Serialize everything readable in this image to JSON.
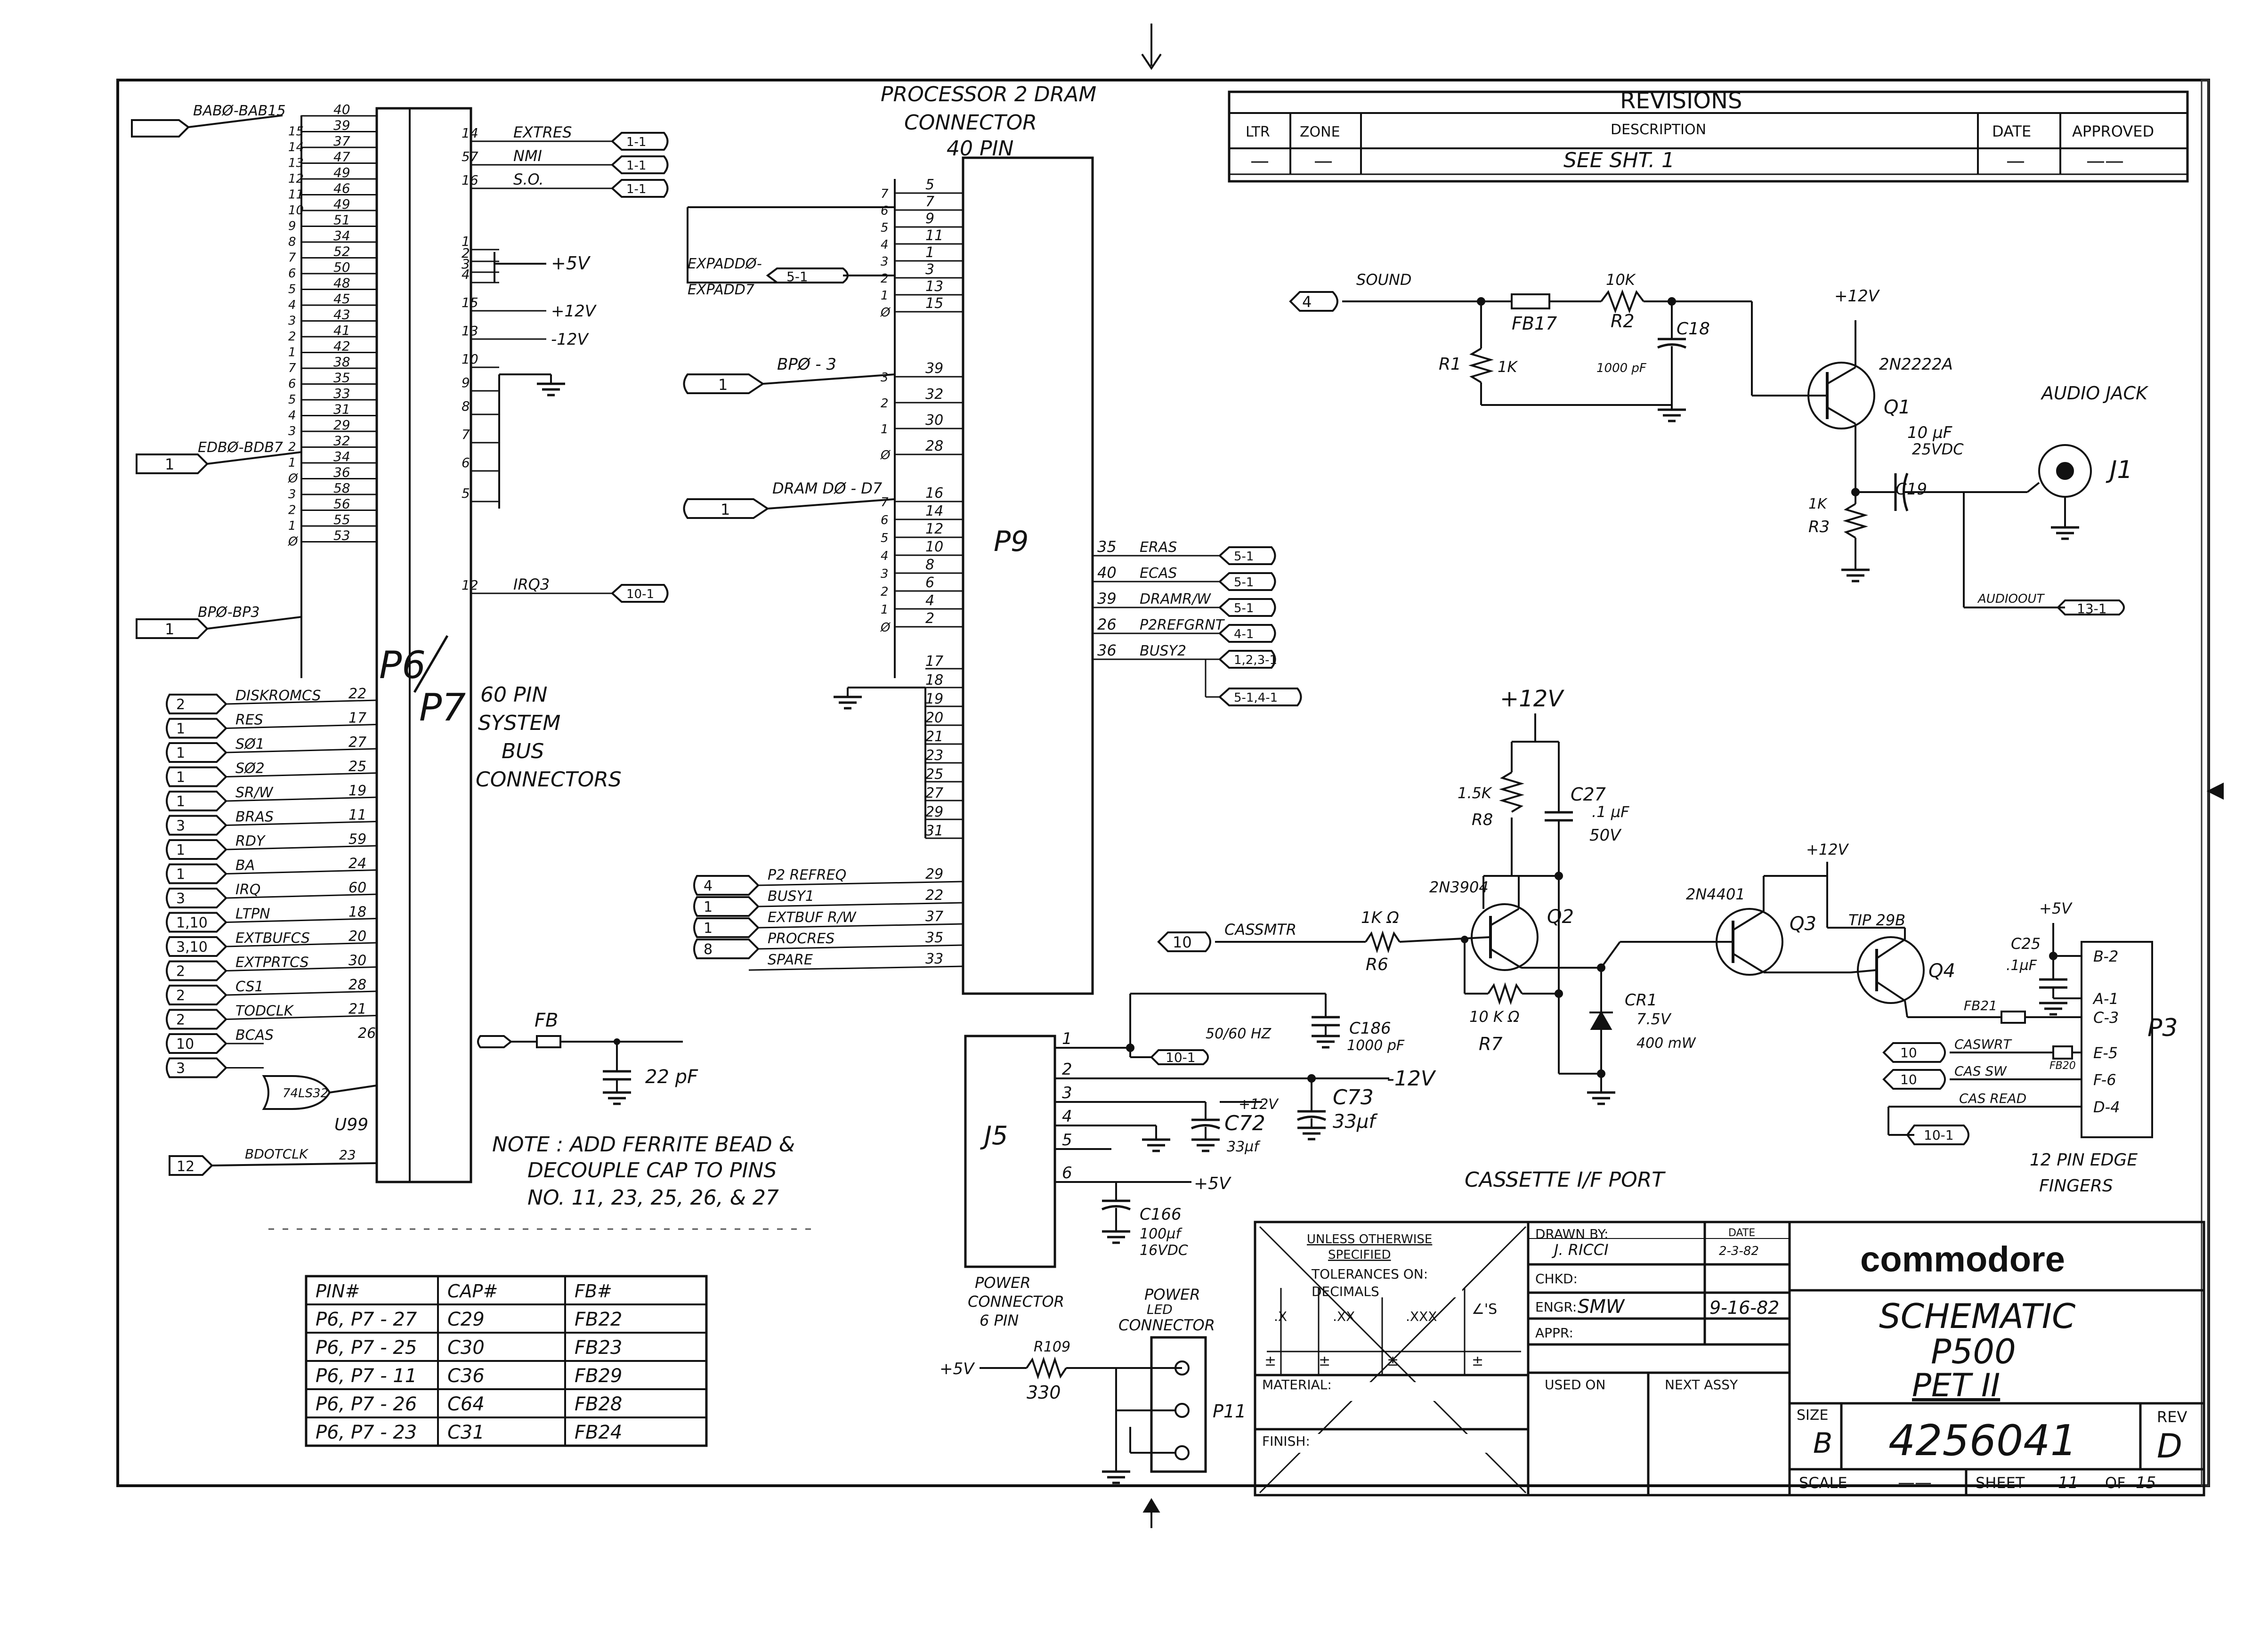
{
  "p6p7": {
    "label_top": "P6",
    "label_bottom": "P7",
    "caption": [
      "60 PIN",
      "SYSTEM",
      "BUS",
      "CONNECTORS"
    ],
    "bus_labels": [
      "BABØ-BAB15",
      "EDBØ-BDB7",
      "BPØ-BP3"
    ],
    "left_pins": [
      {
        "sig": "",
        "pin": "40"
      },
      {
        "sig": "15",
        "pin": "39"
      },
      {
        "sig": "14",
        "pin": "37"
      },
      {
        "sig": "13",
        "pin": "47"
      },
      {
        "sig": "12",
        "pin": "49"
      },
      {
        "sig": "11",
        "pin": "46"
      },
      {
        "sig": "10",
        "pin": "49"
      },
      {
        "sig": "9",
        "pin": "51"
      },
      {
        "sig": "8",
        "pin": "34"
      },
      {
        "sig": "7",
        "pin": "52"
      },
      {
        "sig": "6",
        "pin": "50"
      },
      {
        "sig": "5",
        "pin": "48"
      },
      {
        "sig": "4",
        "pin": "45"
      },
      {
        "sig": "3",
        "pin": "43"
      },
      {
        "sig": "2",
        "pin": "41"
      },
      {
        "sig": "1",
        "pin": "42"
      },
      {
        "sig": "7",
        "pin": "38"
      },
      {
        "sig": "6",
        "pin": "35"
      },
      {
        "sig": "5",
        "pin": "33"
      },
      {
        "sig": "4",
        "pin": "31"
      },
      {
        "sig": "3",
        "pin": "29"
      },
      {
        "sig": "2",
        "pin": "32"
      },
      {
        "sig": "1",
        "pin": "34"
      },
      {
        "sig": "Ø",
        "pin": "36"
      },
      {
        "sig": "3",
        "pin": "58"
      },
      {
        "sig": "2",
        "pin": "56"
      },
      {
        "sig": "1",
        "pin": "55"
      },
      {
        "sig": "Ø",
        "pin": "53"
      }
    ],
    "signals": [
      {
        "tag": "2",
        "name": "DISKROMCS",
        "pin": "22"
      },
      {
        "tag": "1",
        "name": "RES",
        "pin": "17"
      },
      {
        "tag": "1",
        "name": "SØ1",
        "pin": "27"
      },
      {
        "tag": "1",
        "name": "SØ2",
        "pin": "25"
      },
      {
        "tag": "1",
        "name": "SR/W",
        "pin": "19"
      },
      {
        "tag": "3",
        "name": "BRAS",
        "pin": "11"
      },
      {
        "tag": "1",
        "name": "RDY",
        "pin": "59"
      },
      {
        "tag": "1",
        "name": "BA",
        "pin": "24"
      },
      {
        "tag": "3",
        "name": "IRQ",
        "pin": "60"
      },
      {
        "tag": "1,10",
        "name": "LTPN",
        "pin": "18"
      },
      {
        "tag": "3,10",
        "name": "EXTBUFCS",
        "pin": "20"
      },
      {
        "tag": "2",
        "name": "EXTPRTCS",
        "pin": "30"
      },
      {
        "tag": "2",
        "name": "CS1",
        "pin": "28"
      },
      {
        "tag": "2",
        "name": "TODCLK",
        "pin": "21"
      },
      {
        "tag": "10",
        "name": "BCAS",
        "pin": "26"
      },
      {
        "tag": "3",
        "name": "",
        "pin": ""
      }
    ],
    "gate": {
      "name": "74LS32",
      "ref": "U99"
    },
    "bdotclk": {
      "tag": "12",
      "name": "BDOTCLK",
      "pin": "23"
    },
    "right_pins": [
      {
        "pin": "14",
        "name": "EXTRES",
        "ref": "1-1"
      },
      {
        "pin": "57",
        "name": "NMI",
        "ref": "1-1"
      },
      {
        "pin": "16",
        "name": "S.O.",
        "ref": "1-1"
      },
      {
        "pin": "1",
        "name": ""
      },
      {
        "pin": "2",
        "name": ""
      },
      {
        "pin": "3",
        "name": ""
      },
      {
        "pin": "4",
        "name": ""
      },
      {
        "pin": "15",
        "name": "+12V"
      },
      {
        "pin": "13",
        "name": "-12V"
      },
      {
        "pin": "10",
        "name": ""
      },
      {
        "pin": "9",
        "name": ""
      },
      {
        "pin": "8",
        "name": ""
      },
      {
        "pin": "7",
        "name": ""
      },
      {
        "pin": "6",
        "name": ""
      },
      {
        "pin": "5",
        "name": ""
      },
      {
        "pin": "12",
        "name": "IRQ3",
        "ref": "10-1"
      }
    ],
    "plus5v": "+5V"
  },
  "p9": {
    "title": [
      "PROCESSOR 2 DRAM",
      "CONNECTOR",
      "40 PIN"
    ],
    "label": "P9",
    "expaddr": [
      "EXPADDØ-",
      "EXPADD7"
    ],
    "expaddr_ref": "5-1",
    "bp_label": "BPØ - 3",
    "bp_tag": "1",
    "dram_label": "DRAM DØ - D7",
    "dram_tag": "1",
    "addr_pins": [
      {
        "sig": "7",
        "pin": "5"
      },
      {
        "sig": "6",
        "pin": "7"
      },
      {
        "sig": "5",
        "pin": "9"
      },
      {
        "sig": "4",
        "pin": "11"
      },
      {
        "sig": "3",
        "pin": "1"
      },
      {
        "sig": "2",
        "pin": "3"
      },
      {
        "sig": "1",
        "pin": "13"
      },
      {
        "sig": "Ø",
        "pin": "15"
      }
    ],
    "bp_pins": [
      {
        "sig": "3",
        "pin": "39"
      },
      {
        "sig": "2",
        "pin": "32"
      },
      {
        "sig": "1",
        "pin": "30"
      },
      {
        "sig": "Ø",
        "pin": "28"
      }
    ],
    "data_pins": [
      {
        "sig": "7",
        "pin": "16"
      },
      {
        "sig": "6",
        "pin": "14"
      },
      {
        "sig": "5",
        "pin": "12"
      },
      {
        "sig": "4",
        "pin": "10"
      },
      {
        "sig": "3",
        "pin": "8"
      },
      {
        "sig": "2",
        "pin": "6"
      },
      {
        "sig": "1",
        "pin": "4"
      },
      {
        "sig": "Ø",
        "pin": "2"
      }
    ],
    "gnd_pins": [
      "17",
      "18",
      "19",
      "20",
      "21",
      "23",
      "25",
      "27",
      "29",
      "31"
    ],
    "bottom_signals": [
      {
        "tag": "4",
        "name": "P2 REFREQ",
        "pin": "29"
      },
      {
        "tag": "1",
        "name": "BUSY1",
        "pin": "22"
      },
      {
        "tag": "1",
        "name": "EXTBUF R/W",
        "pin": "37"
      },
      {
        "tag": "8",
        "name": "PROCRES",
        "pin": "35"
      },
      {
        "tag": "",
        "name": "SPARE",
        "pin": "33"
      }
    ],
    "right_signals": [
      {
        "pin": "35",
        "name": "ERAS",
        "ref": "5-1"
      },
      {
        "pin": "40",
        "name": "ECAS",
        "ref": "5-1"
      },
      {
        "pin": "39",
        "name": "DRAMR/W",
        "ref": "5-1"
      },
      {
        "pin": "26",
        "name": "P2REFGRNT",
        "ref": "4-1"
      },
      {
        "pin": "36",
        "name": "BUSY2",
        "ref": "1,2,3-1"
      }
    ],
    "busy2_ref2": "5-1,4-1"
  },
  "revisions": {
    "title": "REVISIONS",
    "headers": [
      "LTR",
      "ZONE",
      "DESCRIPTION",
      "DATE",
      "APPROVED"
    ],
    "row": [
      "—",
      "—",
      "SEE  SHT. 1",
      "—",
      "——"
    ]
  },
  "audio": {
    "sound_tag": "4",
    "sound_label": "SOUND",
    "fb": "FB17",
    "r2": "R2",
    "r2_val": "10K",
    "c18": "C18",
    "c18_val": "1000 pF",
    "r1": "R1",
    "r1_val": "1K",
    "q1": "Q1",
    "q1_type": "2N2222A",
    "q1_v": "+12V",
    "r3": "R3",
    "r3_val": "1K",
    "c19": "C19",
    "c19_val": [
      "10 µF",
      "25VDC"
    ],
    "jack": "AUDIO JACK",
    "j1": "J1",
    "audioout": "AUDIOOUT",
    "audioout_ref": "13-1"
  },
  "cassette": {
    "v12": "+12V",
    "r8": "R8",
    "r8_val": "1.5K",
    "c27": "C27",
    "c27_val": [
      ".1 µF",
      "50V"
    ],
    "q2": "Q2",
    "q2_type": "2N3904",
    "q3": "Q3",
    "q3_type": "2N4401",
    "q3_v": "+12V",
    "q4": "Q4",
    "q4_type": "TIP 29B",
    "cassmtr_tag": "10",
    "cassmtr": "CASSMTR",
    "r6": "R6",
    "r6_val": "1K Ω",
    "r7": "R7",
    "r7_val": "10 K Ω",
    "cr1": "CR1",
    "cr1_val": [
      "7.5V",
      "400 mW"
    ],
    "c25": "C25",
    "c25_val": ".1µF",
    "plus5v": "+5V",
    "fb21": "FB21",
    "fb20": "FB20",
    "p3": "P3",
    "p3_pins": [
      {
        "pin": "B-2",
        "name": ""
      },
      {
        "pin": "A-1",
        "name": ""
      },
      {
        "pin": "C-3",
        "name": ""
      },
      {
        "pin": "E-5",
        "name": "CASWRT",
        "tag": "10"
      },
      {
        "pin": "F-6",
        "name": "CAS SW",
        "tag": "10"
      },
      {
        "pin": "D-4",
        "name": "CAS READ",
        "tag": "10-1"
      }
    ],
    "port_label": "CASSETTE I/F PORT",
    "edge_label": [
      "12 PIN EDGE",
      "FINGERS"
    ]
  },
  "j5": {
    "label": "J5",
    "pins": [
      "1",
      "2",
      "3",
      "4",
      "5",
      "6"
    ],
    "hz_label": "50/60 HZ",
    "hz_ref": "10-1",
    "c186": "C186",
    "c186_val": "1000 pF",
    "minus12": "-12V",
    "plus12": "+12V",
    "c73": "C73",
    "c73_val": "33µf",
    "c72": "C72",
    "c72_val": "33µf",
    "plus5": "+5V",
    "c166": "C166",
    "c166_val": [
      "100µf",
      "16VDC"
    ],
    "caption": [
      "POWER",
      "CONNECTOR",
      "6 PIN"
    ]
  },
  "fb_block": {
    "fb": "FB",
    "cap": "22 pF"
  },
  "note": [
    "NOTE : ADD FERRITE BEAD &",
    "DECOUPLE CAP TO PINS",
    "NO. 11, 23, 25, 26, & 27"
  ],
  "ferrite_table": {
    "headers": [
      "PIN#",
      "CAP#",
      "FB#"
    ],
    "rows": [
      [
        "P6, P7 - 27",
        "C29",
        "FB22"
      ],
      [
        "P6, P7 - 25",
        "C30",
        "FB23"
      ],
      [
        "P6, P7 - 11",
        "C36",
        "FB29"
      ],
      [
        "P6, P7 - 26",
        "C64",
        "FB28"
      ],
      [
        "P6, P7 - 23",
        "C31",
        "FB24"
      ]
    ]
  },
  "power_led": {
    "v": "+5V",
    "r": "R109",
    "r_val": "330",
    "caption": [
      "POWER",
      "LED",
      "CONNECTOR"
    ],
    "p11": "P11"
  },
  "title_block": {
    "unless": [
      "UNLESS OTHERWISE",
      "SPECIFIED"
    ],
    "tol": [
      "TOLERANCES ON:",
      "DECIMALS"
    ],
    "dec": [
      ".X",
      ".XX",
      ".XXX",
      "∠'S"
    ],
    "pm": "±",
    "material": "MATERIAL:",
    "finish": "FINISH:",
    "drawn_by_label": "DRAWN BY:",
    "drawn_by": "J. RICCI",
    "date_label": "DATE",
    "drawn_date": "2-3-82",
    "chkd": "CHKD:",
    "engr_label": "ENGR:",
    "engr": "SMW",
    "engr_date": "9-16-82",
    "appr": "APPR:",
    "used_on": "USED ON",
    "next_assy": "NEXT ASSY",
    "company": "commodore",
    "title": [
      "SCHEMATIC",
      "P500",
      "PET II"
    ],
    "size_label": "SIZE",
    "size": "B",
    "number": "4256041",
    "rev_label": "REV",
    "rev": "D",
    "scale_label": "SCALE",
    "scale": "——",
    "sheet_label": "SHEET",
    "sheet": "11",
    "of_label": "OF",
    "of": "15"
  }
}
